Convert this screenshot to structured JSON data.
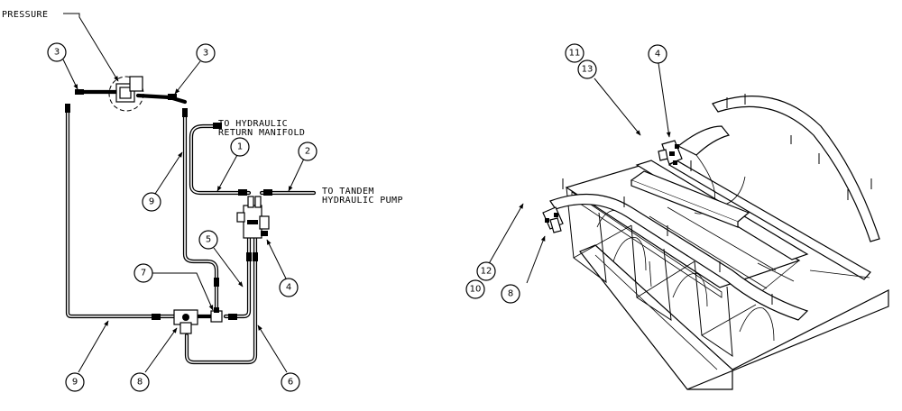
{
  "notes": {
    "pressure": "PRESSURE",
    "return_manifold_line1": "TO HYDRAULIC",
    "return_manifold_line2": "RETURN MANIFOLD",
    "tandem_pump_line1": "TO TANDEM",
    "tandem_pump_line2": "HYDRAULIC PUMP"
  },
  "callouts_left": [
    "3",
    "3",
    "1",
    "2",
    "9",
    "5",
    "4",
    "7",
    "9",
    "8",
    "6"
  ],
  "callouts_right": [
    "11",
    "13",
    "4",
    "12",
    "10",
    "8"
  ]
}
